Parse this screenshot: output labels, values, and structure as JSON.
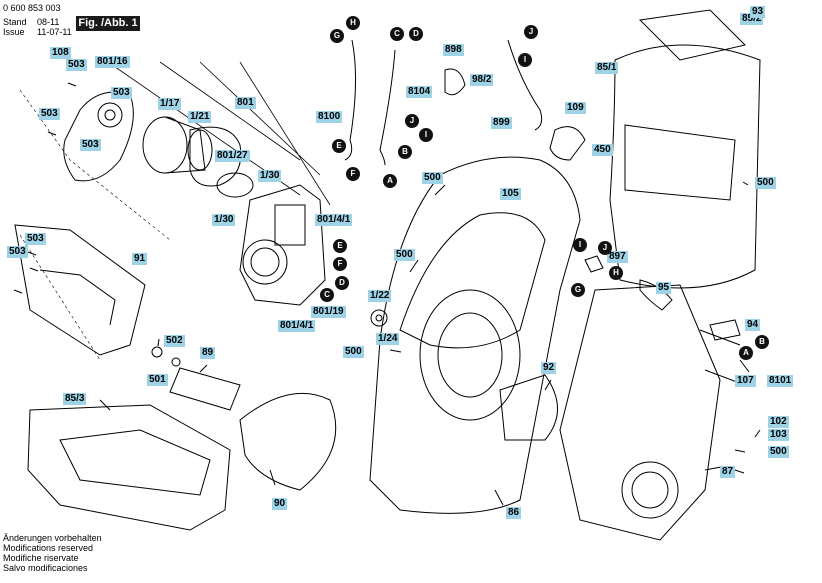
{
  "header": {
    "part_no": "0 600 853 003",
    "stand_label": "Stand",
    "stand_date": "08-11",
    "issue_label": "Issue",
    "issue_date": "11-07-11",
    "figure": "Fig. /Abb. 1"
  },
  "labels": [
    "85/2",
    "93",
    "108",
    "503",
    "801/16",
    "503",
    "1/17",
    "1/21",
    "801",
    "503",
    "503",
    "801/27",
    "1/30",
    "1/30",
    "801/4/1",
    "503",
    "503",
    "91",
    "801/19",
    "801/4/1",
    "1/22",
    "1/24",
    "500",
    "502",
    "501",
    "89",
    "85/3",
    "90",
    "8100",
    "8104",
    "898",
    "98/2",
    "899",
    "109",
    "85/1",
    "450",
    "500",
    "500",
    "105",
    "500",
    "897",
    "95",
    "94",
    "92",
    "107",
    "8101",
    "102",
    "103",
    "500",
    "87",
    "86"
  ],
  "callouts": [
    "H",
    "G",
    "C",
    "D",
    "J",
    "I",
    "E",
    "F",
    "D",
    "E",
    "F",
    "C",
    "B",
    "A",
    "J",
    "I",
    "I",
    "J",
    "H",
    "G",
    "A",
    "B"
  ],
  "footer": [
    "Änderungen vorbehalten",
    "Modifications reserved",
    "Modifiche riservate",
    "Salvo modificaciones"
  ],
  "colors": {
    "label_bg": "#9ed3e7",
    "callout_bg": "#111111",
    "line": "#000000"
  }
}
